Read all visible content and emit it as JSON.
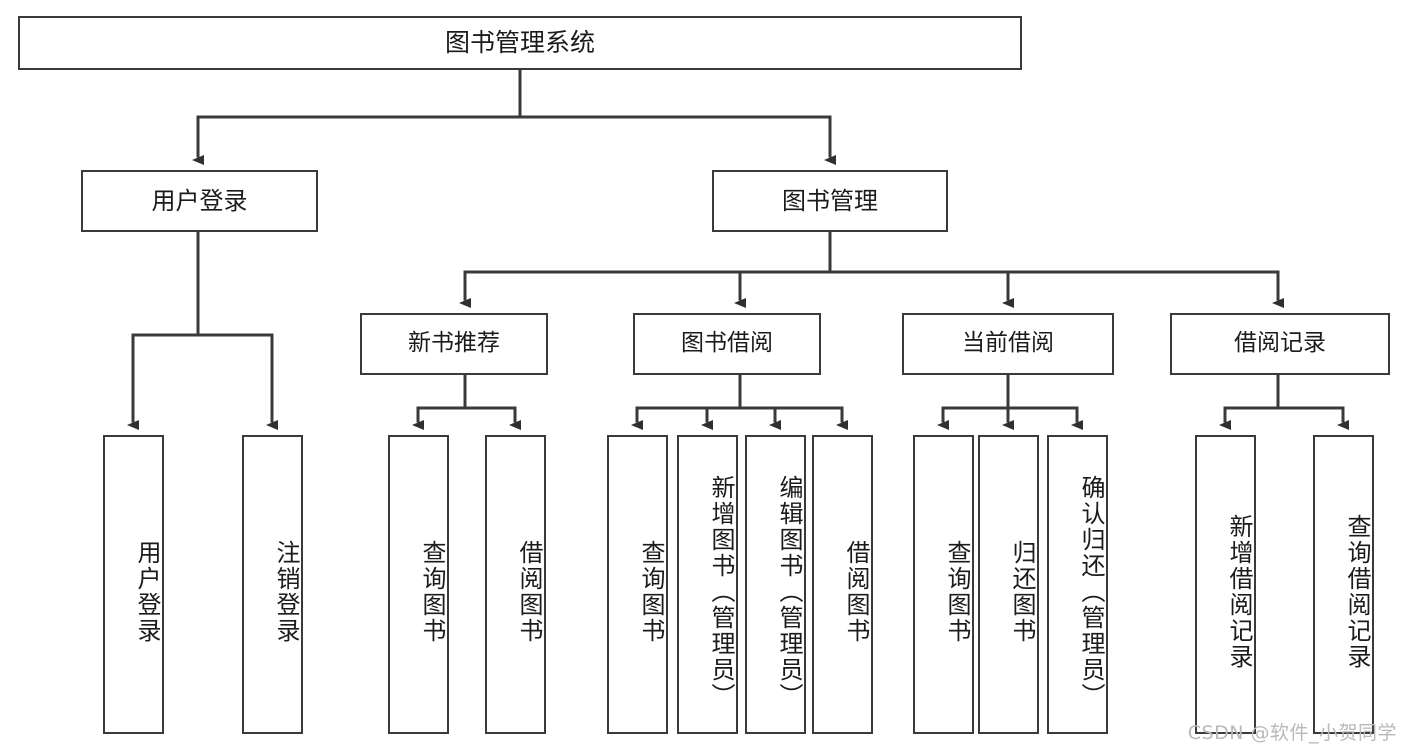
{
  "diagram": {
    "title": "图书管理系统",
    "type": "tree",
    "orientation": "top-down",
    "colors": {
      "box_border": "#3a3a3a",
      "box_fill": "#ffffff",
      "connector": "#3a3a3a",
      "text": "#1b1b1b",
      "watermark": "#b9b9b9",
      "background": "#ffffff"
    },
    "root": {
      "label": "图书管理系统"
    },
    "level1": [
      {
        "label": "用户登录"
      },
      {
        "label": "图书管理"
      }
    ],
    "level2": [
      {
        "label": "新书推荐"
      },
      {
        "label": "图书借阅"
      },
      {
        "label": "当前借阅"
      },
      {
        "label": "借阅记录"
      }
    ],
    "leaves": {
      "user_login": [
        {
          "label": "用户登录"
        },
        {
          "label": "注销登录"
        }
      ],
      "new_book_recommend": [
        {
          "label": "查询图书"
        },
        {
          "label": "借阅图书"
        }
      ],
      "book_borrow": [
        {
          "label": "查询图书"
        },
        {
          "label": "新增图书（管理员）"
        },
        {
          "label": "编辑图书（管理员）"
        },
        {
          "label": "借阅图书"
        }
      ],
      "current_borrow": [
        {
          "label": "查询图书"
        },
        {
          "label": "归还图书"
        },
        {
          "label": "确认归还（管理员）"
        }
      ],
      "borrow_record": [
        {
          "label": "新增借阅记录"
        },
        {
          "label": "查询借阅记录"
        }
      ]
    }
  },
  "watermark": {
    "text": "CSDN @软件_小贺同学"
  }
}
